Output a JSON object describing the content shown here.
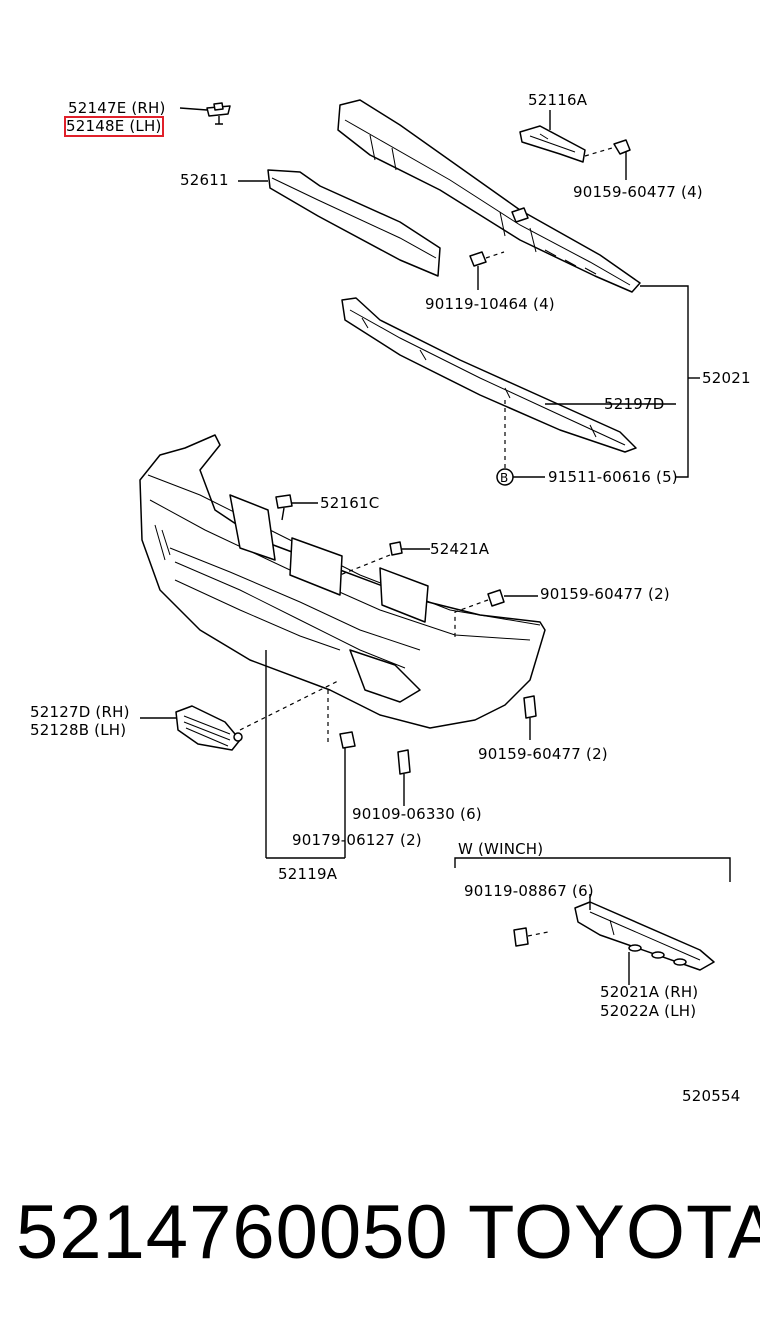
{
  "labels": {
    "p52147e": "52147E (RH)",
    "p52148e": "52148E (LH)",
    "p52116a": "52116A",
    "p52611": "52611",
    "p90159_4": "90159-60477 (4)",
    "p90119_10464": "90119-10464 (4)",
    "p52021": "52021",
    "p52197d": "52197D",
    "p91511": "91511-60616 (5)",
    "p52161c": "52161C",
    "p52421a": "52421A",
    "p90159_2a": "90159-60477 (2)",
    "p52127d": "52127D (RH)",
    "p52128b": "52128B (LH)",
    "p90159_2b": "90159-60477 (2)",
    "p90109": "90109-06330 (6)",
    "p90179": "90179-06127 (2)",
    "p52119a": "52119A",
    "winch": "W (WINCH)",
    "p90119_08867": "90119-08867 (6)",
    "p52021a": "52021A (RH)",
    "p52022a": "52022A (LH)",
    "fig": "520554",
    "b_marker": "B"
  },
  "footer": {
    "part_number": "5214760050",
    "brand": "TOYOTA"
  },
  "colors": {
    "highlight": "#e0202a",
    "ink": "#000000",
    "paper": "#ffffff"
  }
}
